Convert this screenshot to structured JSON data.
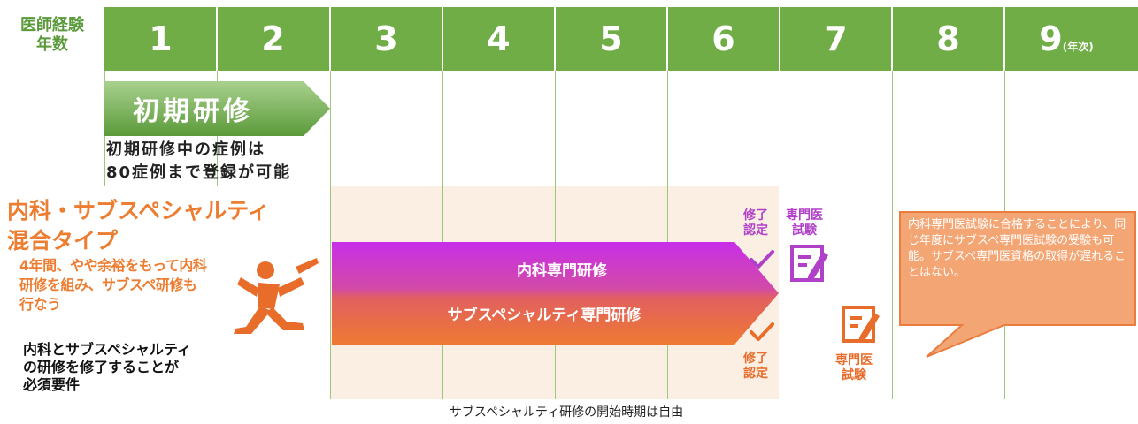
{
  "header": {
    "row_label": "医師経験\n年数",
    "years": [
      "1",
      "2",
      "3",
      "4",
      "5",
      "6",
      "7",
      "8",
      "9"
    ],
    "unit": "(年次)"
  },
  "initial": {
    "title": "初期研修",
    "note": "初期研修中の症例は\n80症例まで登録が可能"
  },
  "mixed": {
    "title": "内科・サブスペシャルティ\n混合タイプ",
    "description": "4年間、やや余裕をもって内科\n研修を組み、サブスペ研修も\n行なう",
    "requirement": "内科とサブスペシャルティ\nの研修を修了することが\n必須要件",
    "bar_internal": "内科専門研修",
    "bar_subspecialty": "サブスペシャルティ専門研修",
    "completion_top": "修了\n認定",
    "completion_bottom": "修了\n認定",
    "exam_top": "専門医\n試験",
    "exam_bottom": "専門医\n試験",
    "callout": "内科専門医試験に合格することにより、同じ年度にサブスペ専門医試験の受験も可能。サブスペ専門医資格の取得が遅れることはない。"
  },
  "footer": "サブスペシャルティ研修の開始時期は自由",
  "colors": {
    "green": "#70ad47",
    "orange": "#ed7d31",
    "purple": "#b040c8",
    "cream": "#fbeee3"
  }
}
